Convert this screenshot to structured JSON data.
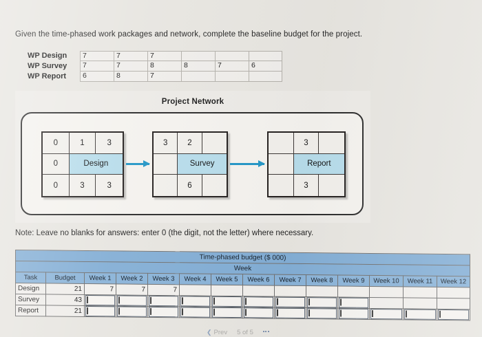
{
  "prompt": "Given the time-phased work packages and network, complete the baseline budget for the project.",
  "note": "Note: Leave no blanks for answers: enter 0 (the digit, not the letter) where necessary.",
  "work_packages": {
    "rows": [
      {
        "label": "WP Design",
        "cells": [
          "7",
          "7",
          "7",
          "",
          "",
          ""
        ]
      },
      {
        "label": "WP Survey",
        "cells": [
          "7",
          "7",
          "8",
          "8",
          "7",
          "6"
        ]
      },
      {
        "label": "WP Report",
        "cells": [
          "6",
          "8",
          "7",
          "",
          "",
          ""
        ]
      }
    ]
  },
  "network": {
    "title": "Project Network",
    "nodes": [
      {
        "name": "Design",
        "top": [
          "0",
          "1",
          "3"
        ],
        "mid_left": "0",
        "bottom": [
          "0",
          "3",
          "3"
        ]
      },
      {
        "name": "Survey",
        "top": [
          "3",
          "2",
          ""
        ],
        "mid_left": "",
        "bottom": [
          "",
          "6",
          ""
        ]
      },
      {
        "name": "Report",
        "top": [
          "",
          "3",
          ""
        ],
        "mid_left": "",
        "bottom": [
          "",
          "3",
          ""
        ]
      }
    ],
    "arrow_color": "#2396c6",
    "node_accent_color": "#b7dcea"
  },
  "budget_table": {
    "title": "Time-phased budget ($ 000)",
    "band_label": "Week",
    "header_color": "#83aed5",
    "columns": [
      "Task",
      "Budget",
      "Week 1",
      "Week 2",
      "Week 3",
      "Week 4",
      "Week 5",
      "Week 6",
      "Week 7",
      "Week 8",
      "Week 9",
      "Week 10",
      "Week 11",
      "Week 12"
    ],
    "rows": [
      {
        "task": "Design",
        "budget": "21",
        "weeks": [
          "7",
          "7",
          "7",
          "",
          "",
          "",
          "",
          "",
          "",
          "",
          "",
          ""
        ],
        "inputs": [
          false,
          false,
          false,
          false,
          false,
          false,
          false,
          false,
          false,
          false,
          false,
          false
        ]
      },
      {
        "task": "Survey",
        "budget": "43",
        "weeks": [
          "",
          "",
          "",
          "",
          "",
          "",
          "",
          "",
          "",
          "",
          "",
          ""
        ],
        "inputs": [
          true,
          true,
          true,
          true,
          true,
          true,
          true,
          true,
          true,
          false,
          false,
          false
        ]
      },
      {
        "task": "Report",
        "budget": "21",
        "weeks": [
          "",
          "",
          "",
          "",
          "",
          "",
          "",
          "",
          "",
          "",
          "",
          ""
        ],
        "inputs": [
          true,
          true,
          true,
          true,
          true,
          true,
          true,
          true,
          true,
          true,
          true,
          true
        ]
      }
    ]
  },
  "bottom_nav": {
    "prev_label": "Prev",
    "page_indicator": "5 of 5",
    "grid_icon": "grid-icon"
  }
}
